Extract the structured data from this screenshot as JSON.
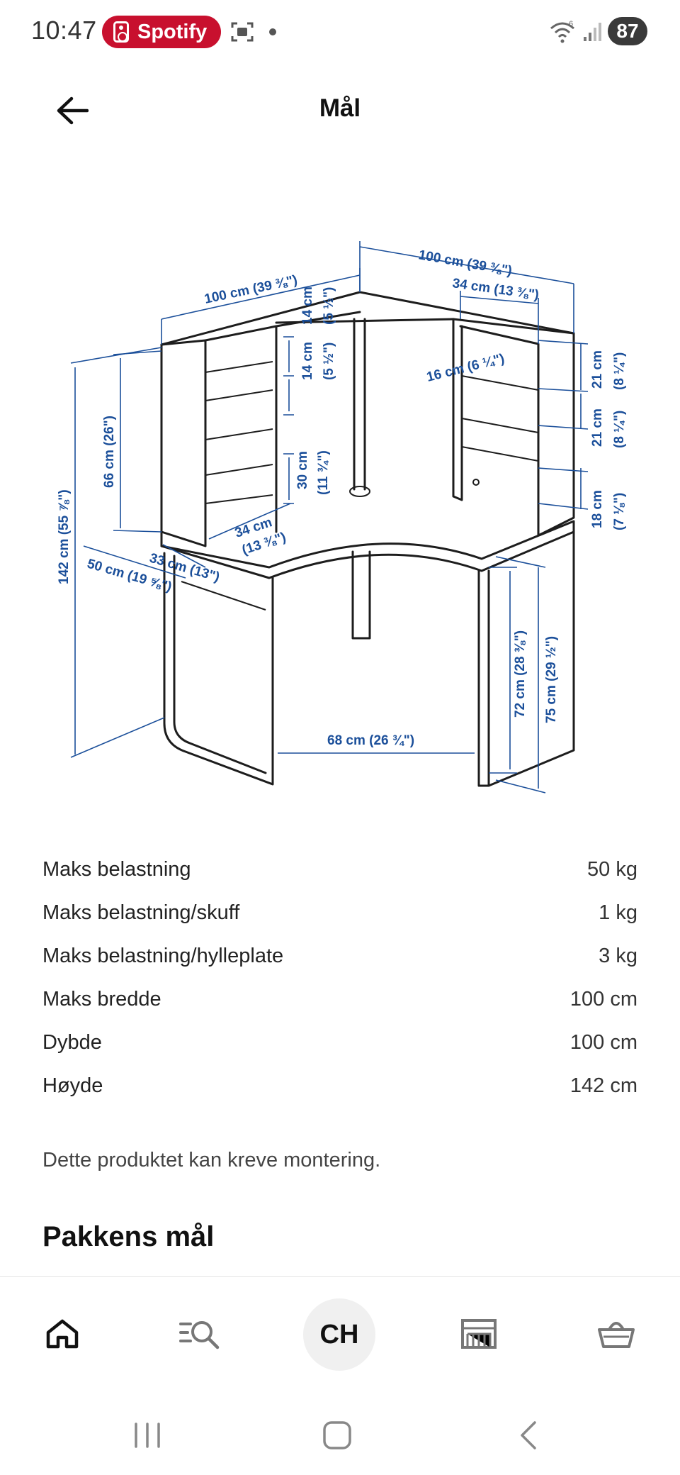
{
  "status_bar": {
    "time": "10:47",
    "spotify_label": "Spotify",
    "battery": "87",
    "wifi_badge": "6"
  },
  "header": {
    "title": "Mål"
  },
  "diagram": {
    "labels": {
      "top_right_width": "100 cm (39 ⅜\")",
      "top_left_width": "100 cm (39 ⅜\")",
      "right_shelf_width": "34 cm (13 ⅜\")",
      "right_shelf_depth": "16 cm (6 ¼\")",
      "shelf_21_a": "21 cm",
      "shelf_21_a_in": "(8 ¼\")",
      "shelf_21_b": "21 cm",
      "shelf_21_b_in": "(8 ¼\")",
      "shelf_18": "18 cm",
      "shelf_18_in": "(7 ⅛\")",
      "left_shelf_14": "14 cm",
      "left_shelf_14_in": "(5 ½\")",
      "left_shelf_14b": "14 cm",
      "left_shelf_14b_in": "(5 ½\")",
      "left_30": "30 cm",
      "left_30_in": "(11 ¾\")",
      "hutch_height": "66 cm (26\")",
      "total_height": "142 cm (55 ⅞\")",
      "left_34": "34 cm",
      "left_34_in": "(13 ⅜\")",
      "left_33": "33 cm (13\")",
      "left_50": "50 cm (19 ⅝\")",
      "knee_width": "68 cm (26 ¾\")",
      "height_72": "72 cm (28 ⅜\")",
      "height_75": "75 cm (29 ½\")"
    }
  },
  "specs": [
    {
      "label": "Maks belastning",
      "value": "50 kg"
    },
    {
      "label": "Maks belastning/skuff",
      "value": "1 kg"
    },
    {
      "label": "Maks belastning/hylleplate",
      "value": "3 kg"
    },
    {
      "label": "Maks bredde",
      "value": "100 cm"
    },
    {
      "label": "Dybde",
      "value": "100 cm"
    },
    {
      "label": "Høyde",
      "value": "142 cm"
    }
  ],
  "assembly_note": "Dette produktet kan kreve montering.",
  "section_title": "Pakkens mål",
  "bottom_nav": {
    "profile_initials": "CH"
  }
}
